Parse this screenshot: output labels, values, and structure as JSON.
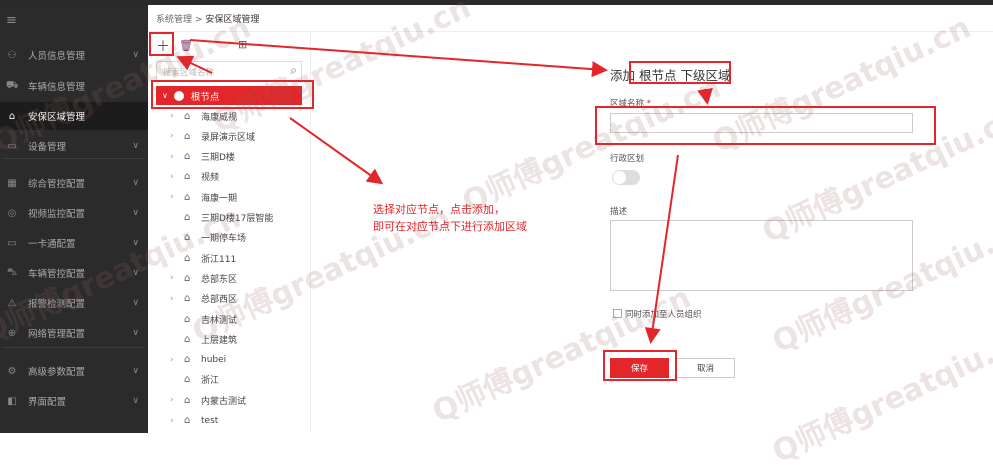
{
  "sidebar": {
    "items": [
      {
        "label": "人员信息管理",
        "icon": "person-icon",
        "chevron": true
      },
      {
        "label": "车辆信息管理",
        "icon": "car-icon",
        "chevron": false
      },
      {
        "label": "安保区域管理",
        "icon": "area-icon",
        "chevron": false,
        "active": true
      },
      {
        "label": "设备管理",
        "icon": "device-icon",
        "chevron": true
      },
      {
        "label": "综合管控配置",
        "icon": "grid-icon",
        "chevron": true
      },
      {
        "label": "视频监控配置",
        "icon": "video-icon",
        "chevron": true
      },
      {
        "label": "一卡通配置",
        "icon": "card-icon",
        "chevron": true
      },
      {
        "label": "车辆管控配置",
        "icon": "vehicle-icon",
        "chevron": true
      },
      {
        "label": "报警检测配置",
        "icon": "alarm-icon",
        "chevron": true
      },
      {
        "label": "网络管理配置",
        "icon": "network-icon",
        "chevron": true
      },
      {
        "label": "高级参数配置",
        "icon": "gear-icon",
        "chevron": true
      },
      {
        "label": "界面配置",
        "icon": "layout-icon",
        "chevron": true
      }
    ]
  },
  "breadcrumb": {
    "parent": "系统管理",
    "sep": ">",
    "current": "安保区域管理"
  },
  "tree": {
    "search_placeholder": "搜索区域名称",
    "root": "根节点",
    "nodes": [
      {
        "label": "海康威视",
        "expandable": true
      },
      {
        "label": "录屏演示区域",
        "expandable": true
      },
      {
        "label": "三期D楼",
        "expandable": true
      },
      {
        "label": "视频",
        "expandable": true
      },
      {
        "label": "海康一期",
        "expandable": true
      },
      {
        "label": "三期D楼17层智能",
        "expandable": false
      },
      {
        "label": "一期停车场",
        "expandable": false
      },
      {
        "label": "浙江111",
        "expandable": false
      },
      {
        "label": "总部东区",
        "expandable": true
      },
      {
        "label": "总部西区",
        "expandable": true
      },
      {
        "label": "吉林测试",
        "expandable": false
      },
      {
        "label": "上层建筑",
        "expandable": false
      },
      {
        "label": "hubei",
        "expandable": true
      },
      {
        "label": "浙江",
        "expandable": false
      },
      {
        "label": "内蒙古测试",
        "expandable": true
      },
      {
        "label": "test",
        "expandable": true
      }
    ]
  },
  "form": {
    "title": "添加 根节点 下级区域",
    "name_label": "区域名称",
    "required_mark": "*",
    "name_value": "",
    "division_label": "行政区划",
    "division_enabled": false,
    "desc_label": "描述",
    "sync_label": "同时添加至人员组织",
    "sync_checked": false,
    "save": "保存",
    "cancel": "取消"
  },
  "annotation": {
    "line1": "选择对应节点，点击添加，",
    "line2": "即可在对应节点下进行添加区域",
    "color": "#e2262a"
  },
  "watermark": "Q师傅greatqiu.cn",
  "colors": {
    "accent": "#e2262a",
    "sidebar": "#2b2b2b"
  }
}
